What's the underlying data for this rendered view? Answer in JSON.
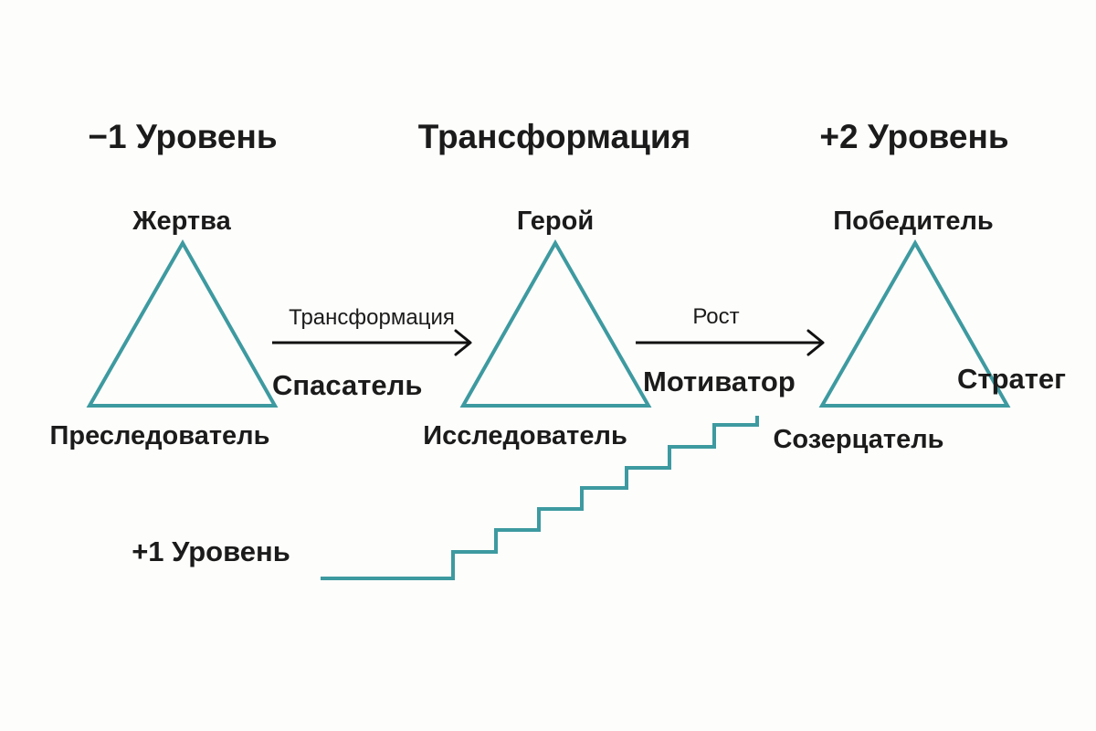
{
  "colors": {
    "accent": "#3d9aa0",
    "text": "#1b1b1b",
    "arrow": "#111111",
    "background": "#fdfdfb"
  },
  "headings": {
    "left": "−1 Уровень",
    "center": "Трансформация",
    "right": "+2 Уровень"
  },
  "triangles": {
    "left": {
      "top": "Жертва",
      "bottom_right": "Спасатель",
      "bottom_left": "Преследователь"
    },
    "center": {
      "top": "Герой",
      "bottom_right": "Мотиватор",
      "bottom_left": "Исследователь"
    },
    "right": {
      "top": "Победитель",
      "bottom_right": "Стратег",
      "bottom_left": "Созерцатель"
    }
  },
  "arrows": {
    "first": "Трансформация",
    "second": "Рост"
  },
  "stairs": {
    "label": "+1 Уровень"
  }
}
